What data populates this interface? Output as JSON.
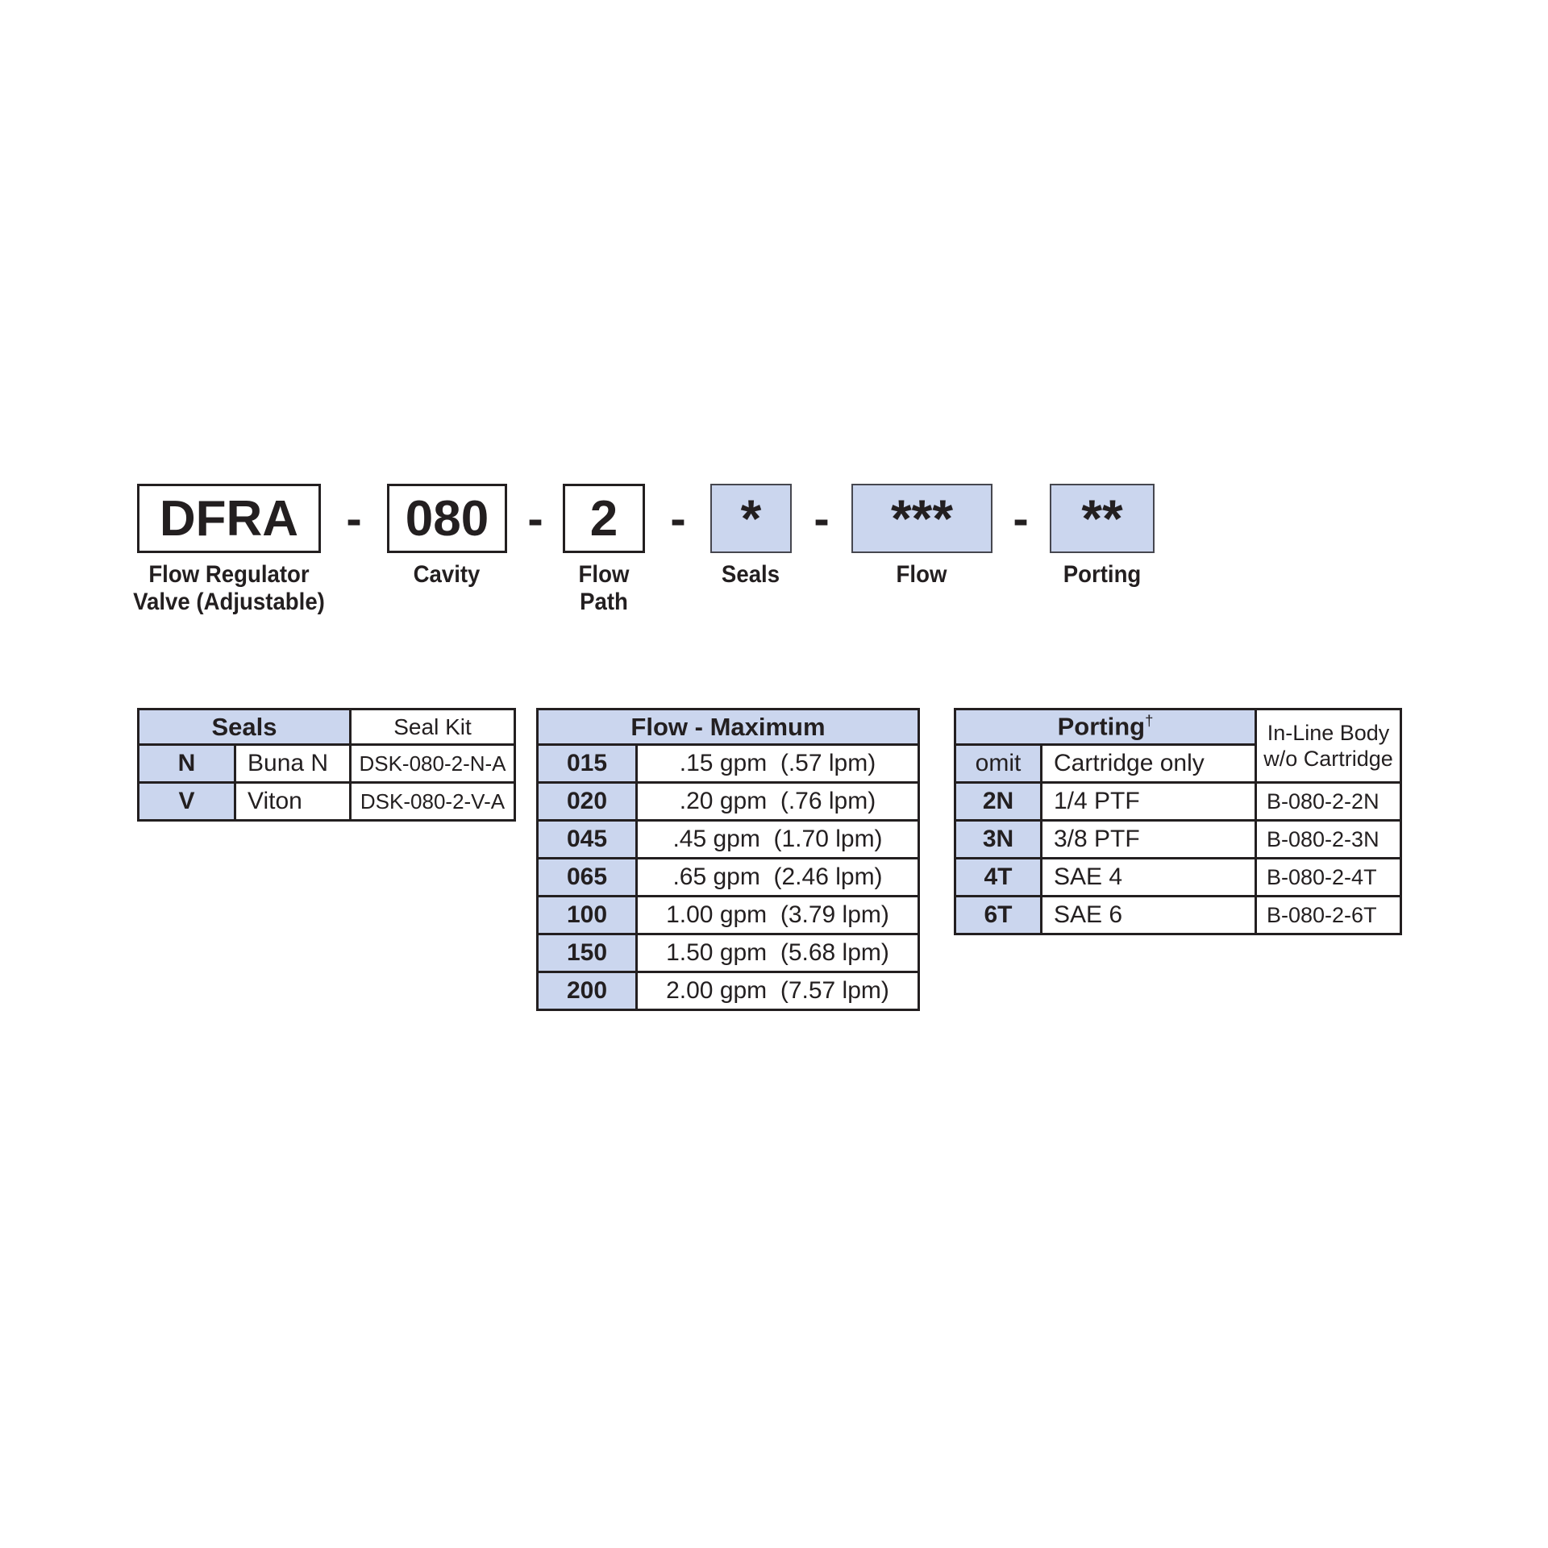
{
  "code_builder": {
    "separator": "-",
    "segments": [
      {
        "code": "DFRA",
        "label_lines": [
          "Flow Regulator",
          "Valve (Adjustable)"
        ],
        "highlighted": false
      },
      {
        "code": "080",
        "label_lines": [
          "Cavity"
        ],
        "highlighted": false
      },
      {
        "code": "2",
        "label_lines": [
          "Flow",
          "Path"
        ],
        "highlighted": false
      },
      {
        "code": "*",
        "label_lines": [
          "Seals"
        ],
        "highlighted": true
      },
      {
        "code": "***",
        "label_lines": [
          "Flow"
        ],
        "highlighted": true
      },
      {
        "code": "**",
        "label_lines": [
          "Porting"
        ],
        "highlighted": true
      }
    ]
  },
  "seals_table": {
    "title": "Seals",
    "kit_header": "Seal Kit",
    "rows": [
      {
        "code": "N",
        "name": "Buna N",
        "kit": "DSK-080-2-N-A"
      },
      {
        "code": "V",
        "name": "Viton",
        "kit": "DSK-080-2-V-A"
      }
    ]
  },
  "flow_table": {
    "title": "Flow - Maximum",
    "rows": [
      {
        "code": "015",
        "value": ".15 gpm  (.57 lpm)"
      },
      {
        "code": "020",
        "value": ".20 gpm  (.76 lpm)"
      },
      {
        "code": "045",
        "value": ".45 gpm  (1.70 lpm)"
      },
      {
        "code": "065",
        "value": ".65 gpm  (2.46 lpm)"
      },
      {
        "code": "100",
        "value": "1.00 gpm  (3.79 lpm)"
      },
      {
        "code": "150",
        "value": "1.50 gpm  (5.68 lpm)"
      },
      {
        "code": "200",
        "value": "2.00 gpm  (7.57 lpm)"
      }
    ]
  },
  "porting_table": {
    "title": "Porting",
    "dagger": "†",
    "body_header_lines": [
      "In-Line Body",
      "w/o Cartridge"
    ],
    "rows": [
      {
        "code": "omit",
        "desc": "Cartridge only",
        "body": ""
      },
      {
        "code": "2N",
        "desc": "1/4 PTF",
        "body": "B-080-2-2N"
      },
      {
        "code": "3N",
        "desc": "3/8 PTF",
        "body": "B-080-2-3N"
      },
      {
        "code": "4T",
        "desc": "SAE 4",
        "body": "B-080-2-4T"
      },
      {
        "code": "6T",
        "desc": "SAE 6",
        "body": "B-080-2-6T"
      }
    ]
  },
  "colors": {
    "highlight_blue": "#cbd6ee",
    "border_ink": "#231f20"
  }
}
